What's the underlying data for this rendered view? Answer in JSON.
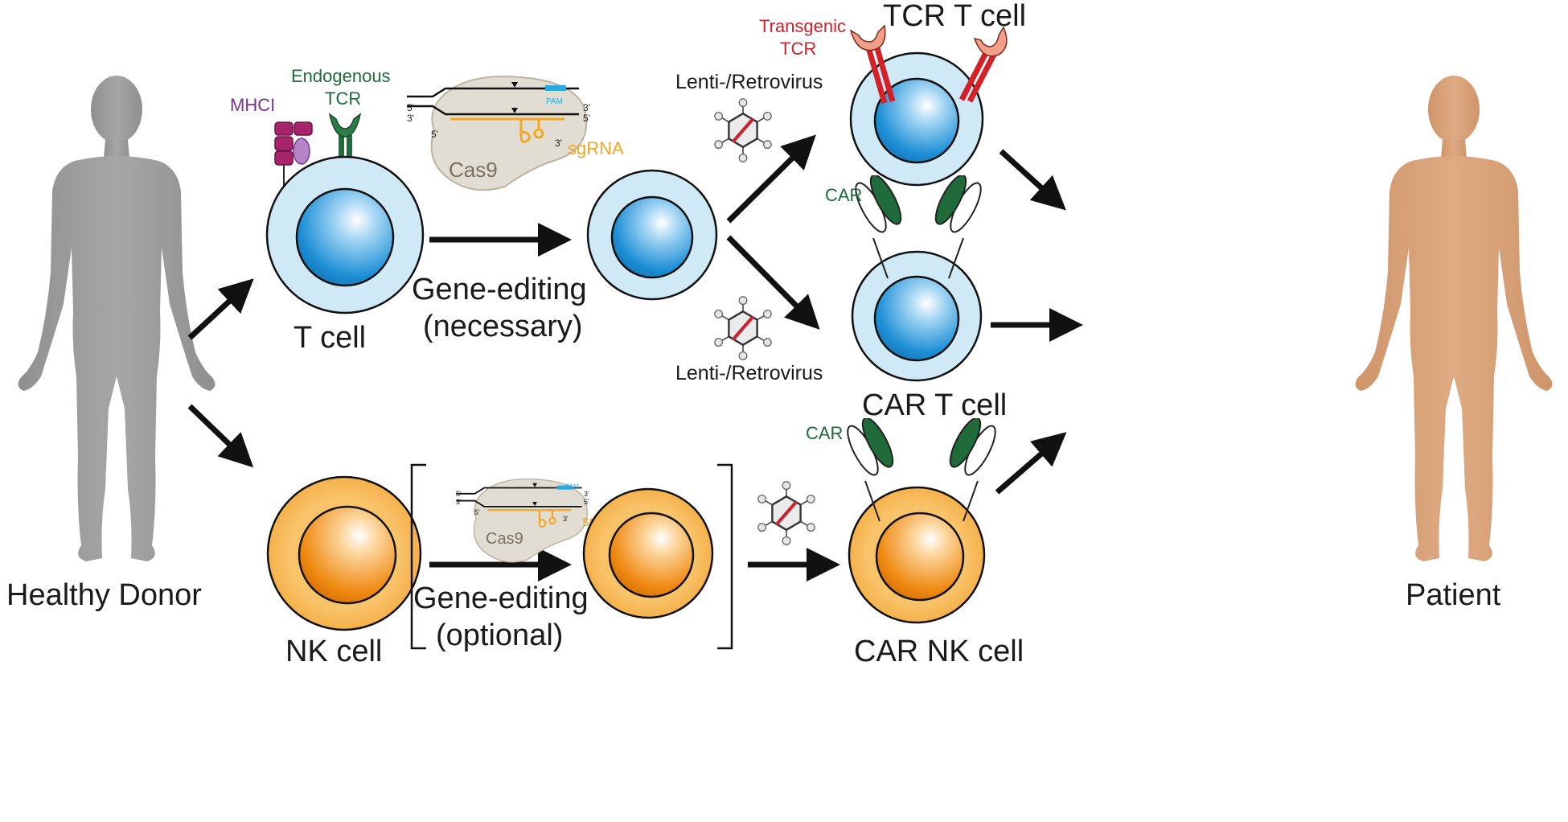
{
  "labels": {
    "healthy_donor": "Healthy Donor",
    "patient": "Patient",
    "t_cell": "T cell",
    "nk_cell": "NK cell",
    "gene_editing_necessary_1": "Gene-editing",
    "gene_editing_necessary_2": "(necessary)",
    "gene_editing_optional_1": "Gene-editing",
    "gene_editing_optional_2": "(optional)",
    "mhci": "MHCI",
    "endogenous_1": "Endogenous",
    "endogenous_2": "TCR",
    "cas9": "Cas9",
    "sgrna": "sgRNA",
    "pam": "PAM",
    "five_prime": "5'",
    "three_prime": "3'",
    "lenti_top": "Lenti-/Retrovirus",
    "lenti_bottom": "Lenti-/Retrovirus",
    "transgenic_1": "Transgenic",
    "transgenic_2": "TCR",
    "tcr_t_cell": "TCR T cell",
    "car_top": "CAR",
    "car_t_cell": "CAR T cell",
    "car_bottom": "CAR",
    "car_nk_cell": "CAR NK cell"
  },
  "colors": {
    "body_gray": "#9a9a9a",
    "body_tan": "#d9a37a",
    "t_cell_outer": "#cfe9f7",
    "t_cell_nucleus": "#1d8fd6",
    "nk_cell_outer": "#f7b64a",
    "nk_cell_nucleus": "#ef8a12",
    "mhci": "#a6246a",
    "endogenous_tcr": "#1f6b3a",
    "transgenic_tcr": "#d42027",
    "car": "#1f6b3a",
    "sgrna": "#f5a623",
    "pam": "#29a9e0",
    "cas9": "#e2ddd3",
    "virus_dna": "#2f4fb0"
  },
  "icons": [
    "human-silhouette-icon",
    "cas9-complex-icon",
    "viral-vector-icon",
    "car-receptor-icon",
    "tcr-receptor-icon",
    "mhc-class-i-icon"
  ]
}
